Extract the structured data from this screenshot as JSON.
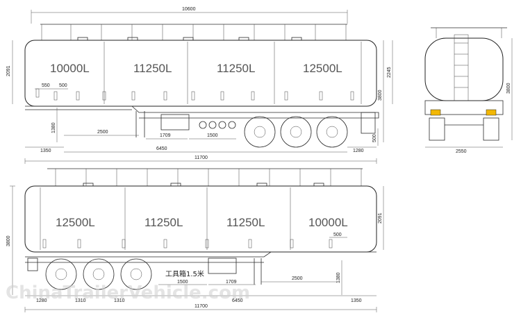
{
  "top_view": {
    "compartments": [
      "10000L",
      "11250L",
      "11250L",
      "12500L"
    ],
    "dims": {
      "overall_top": "10600",
      "overall_length": "11700",
      "front_overhang": "1350",
      "kingpin_to_leg": "6450",
      "rear_overhang": "1280",
      "leg_offset": "2500",
      "toolbox": "1709",
      "bay": "1500",
      "kingpin_height": "1380",
      "tank_height": "2091",
      "total_height": "3800",
      "tank_body_height": "2245",
      "manhole_a": "550",
      "manhole_b": "500",
      "rear_small": "500"
    }
  },
  "bottom_view": {
    "compartments": [
      "12500L",
      "11250L",
      "11250L",
      "10000L"
    ],
    "toolbox_label": "工具箱1.5米",
    "dims": {
      "total_height": "3800",
      "tank_height": "2091",
      "kingpin_height": "1380",
      "manhole": "500",
      "leg_offset": "2500",
      "toolbox": "1709",
      "bay": "1500",
      "axle_1": "1280",
      "axle_2": "1310",
      "axle_3": "1310",
      "kingpin_to_leg": "6450",
      "front_overhang": "1350",
      "overall_length": "11700"
    }
  },
  "rear_view": {
    "width": "2550"
  },
  "watermark": "ChinaTrailerVehicle.com"
}
